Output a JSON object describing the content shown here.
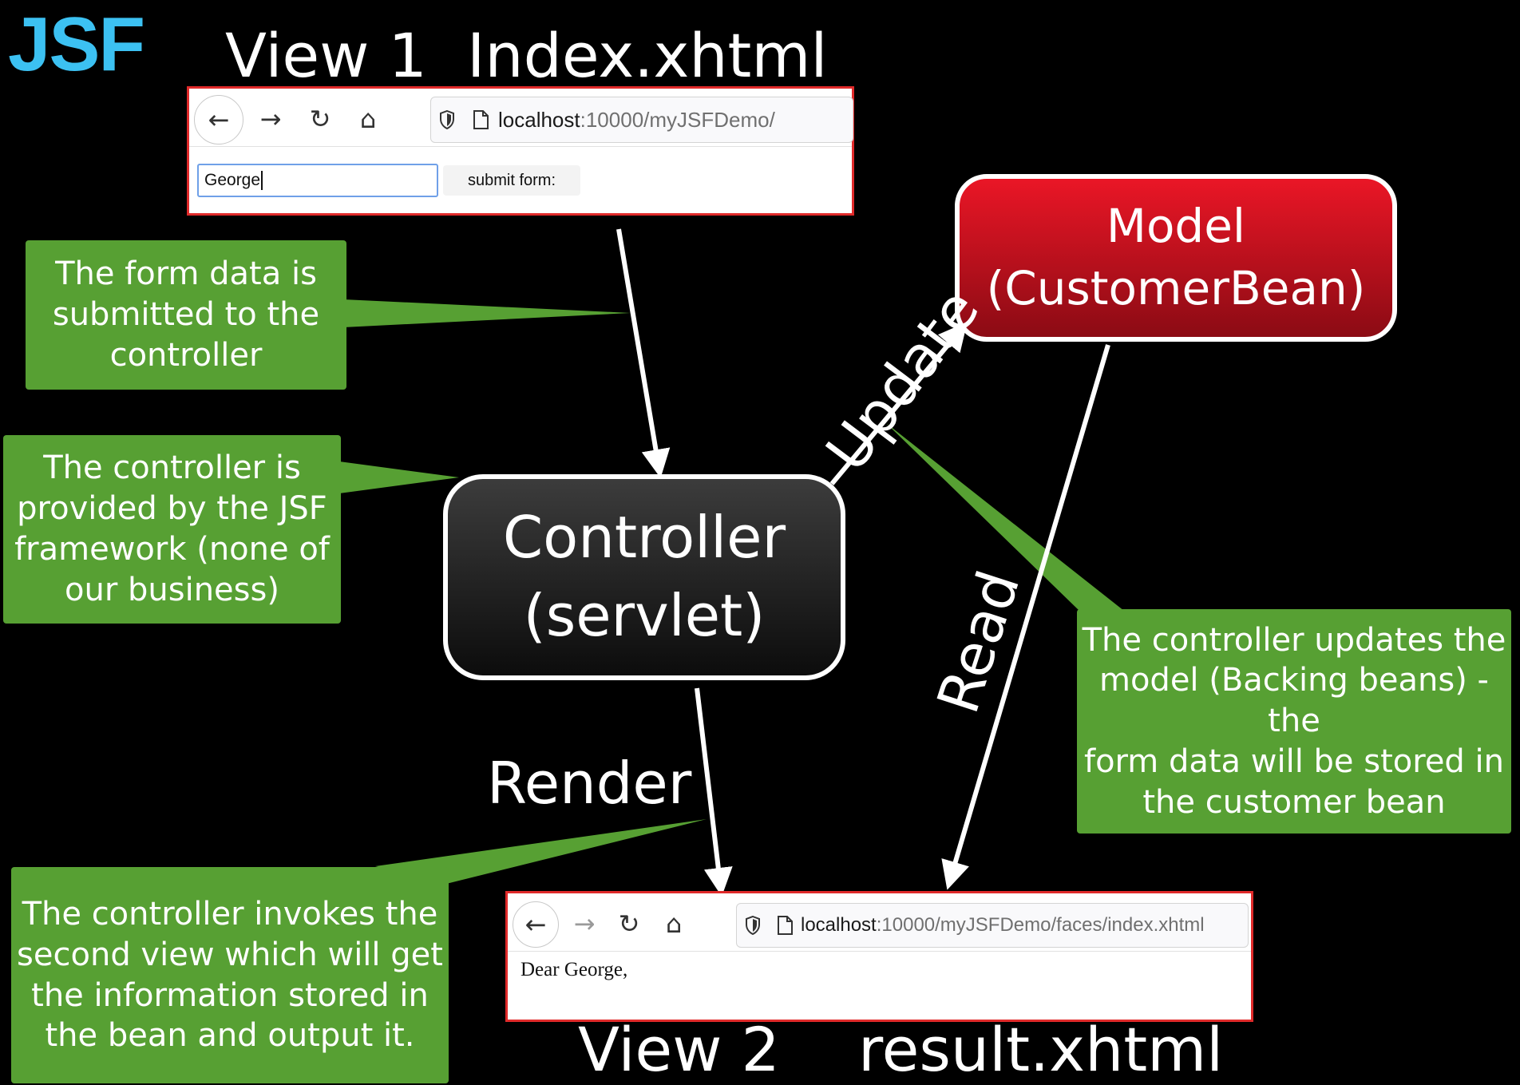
{
  "logo": "JSF",
  "view1": {
    "label": "View 1",
    "file": "Index.xhtml"
  },
  "view2": {
    "label": "View 2",
    "file": "result.xhtml"
  },
  "browser1": {
    "url_host": "localhost",
    "url_rest": ":10000/myJSFDemo/",
    "input_value": "George",
    "submit_label": "submit form:"
  },
  "browser2": {
    "url_host": "localhost",
    "url_rest": ":10000/myJSFDemo/faces/index.xhtml",
    "body_text": "Dear George,"
  },
  "nodes": {
    "model_line1": "Model",
    "model_line2": "(CustomerBean)",
    "controller_line1": "Controller",
    "controller_line2": "(servlet)"
  },
  "edges": {
    "update": "Update",
    "read": "Read",
    "render": "Render"
  },
  "callouts": {
    "submitted": [
      "The form data is",
      "submitted to the",
      "controller"
    ],
    "provided": [
      "The controller is",
      "provided by the JSF",
      "framework (none of",
      "our business)"
    ],
    "updates": [
      "The controller updates the",
      "model (Backing beans) - the",
      "form data will be stored in",
      "the customer bean"
    ],
    "invokes": [
      "The controller invokes the",
      "second view which will get",
      "the information stored in",
      "the bean and output it."
    ]
  },
  "icons": [
    "back-arrow-icon",
    "forward-arrow-icon",
    "reload-icon",
    "home-icon",
    "shield-icon",
    "page-icon"
  ],
  "colors": {
    "logo": "#3cc1f2",
    "callout": "#57a033",
    "model": "#d8111f",
    "controller": "#222222",
    "browser_border": "#e02a2a"
  }
}
